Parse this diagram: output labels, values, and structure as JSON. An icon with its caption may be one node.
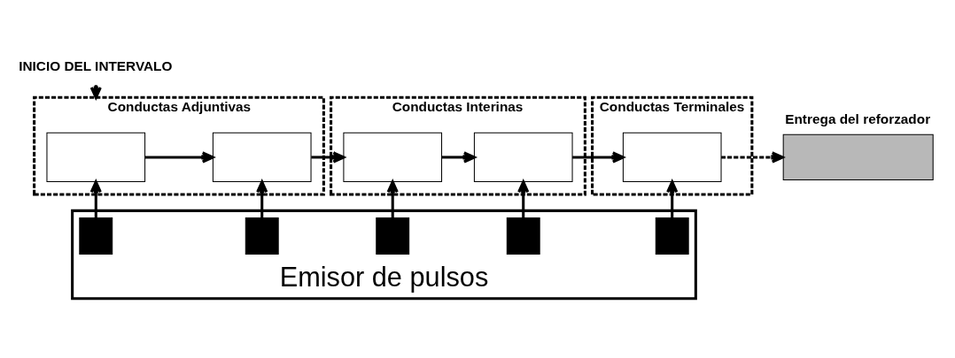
{
  "diagram": {
    "nodes": [
      {
        "text": [
          "Conductas Adjuntivas"
        ]
      },
      {
        "text": [],
        "shape": "box",
        "in": 0
      },
      {
        "text": [],
        "shape": "box",
        "in": 0
      },
      {
        "text": [
          "Conductas Interinas"
        ]
      },
      {
        "text": [],
        "shape": "box",
        "in": 3
      },
      {
        "text": [],
        "shape": "box",
        "in": 3
      },
      {
        "text": [
          "Conductas Terminales"
        ]
      },
      {
        "text": [],
        "shape": "box",
        "in": 6
      },
      {
        "text": [
          "Entrega del reforzador"
        ]
      },
      {
        "text": [
          "Emisor de pulsos"
        ]
      },
      {
        "text": [],
        "shape": "box",
        "in": 9
      },
      {
        "text": [],
        "shape": "box",
        "in": 9
      },
      {
        "text": [],
        "shape": "box",
        "in": 9
      },
      {
        "text": [],
        "shape": "box",
        "in": 9
      },
      {
        "text": [],
        "shape": "box",
        "in": 9
      },
      {
        "text": [
          "INICIO DEL INTERVALO"
        ]
      }
    ],
    "edges": [
      {
        "from": 15,
        "to": 0,
        "arrow": "to"
      },
      {
        "from": 1,
        "to": 2,
        "arrow": "to"
      },
      {
        "from": 2,
        "to": 4,
        "arrow": "to"
      },
      {
        "from": 4,
        "to": 5,
        "arrow": "to"
      },
      {
        "from": 5,
        "to": 7,
        "arrow": "to"
      },
      {
        "from": 7,
        "to": 8,
        "arrow": "to",
        "style": "dashed"
      },
      {
        "from": 10,
        "to": 1,
        "arrow": "to"
      },
      {
        "from": 11,
        "to": 2,
        "arrow": "to"
      },
      {
        "from": 12,
        "to": 4,
        "arrow": "to"
      },
      {
        "from": 13,
        "to": 5,
        "arrow": "to"
      },
      {
        "from": 14,
        "to": 7,
        "arrow": "to"
      }
    ]
  }
}
